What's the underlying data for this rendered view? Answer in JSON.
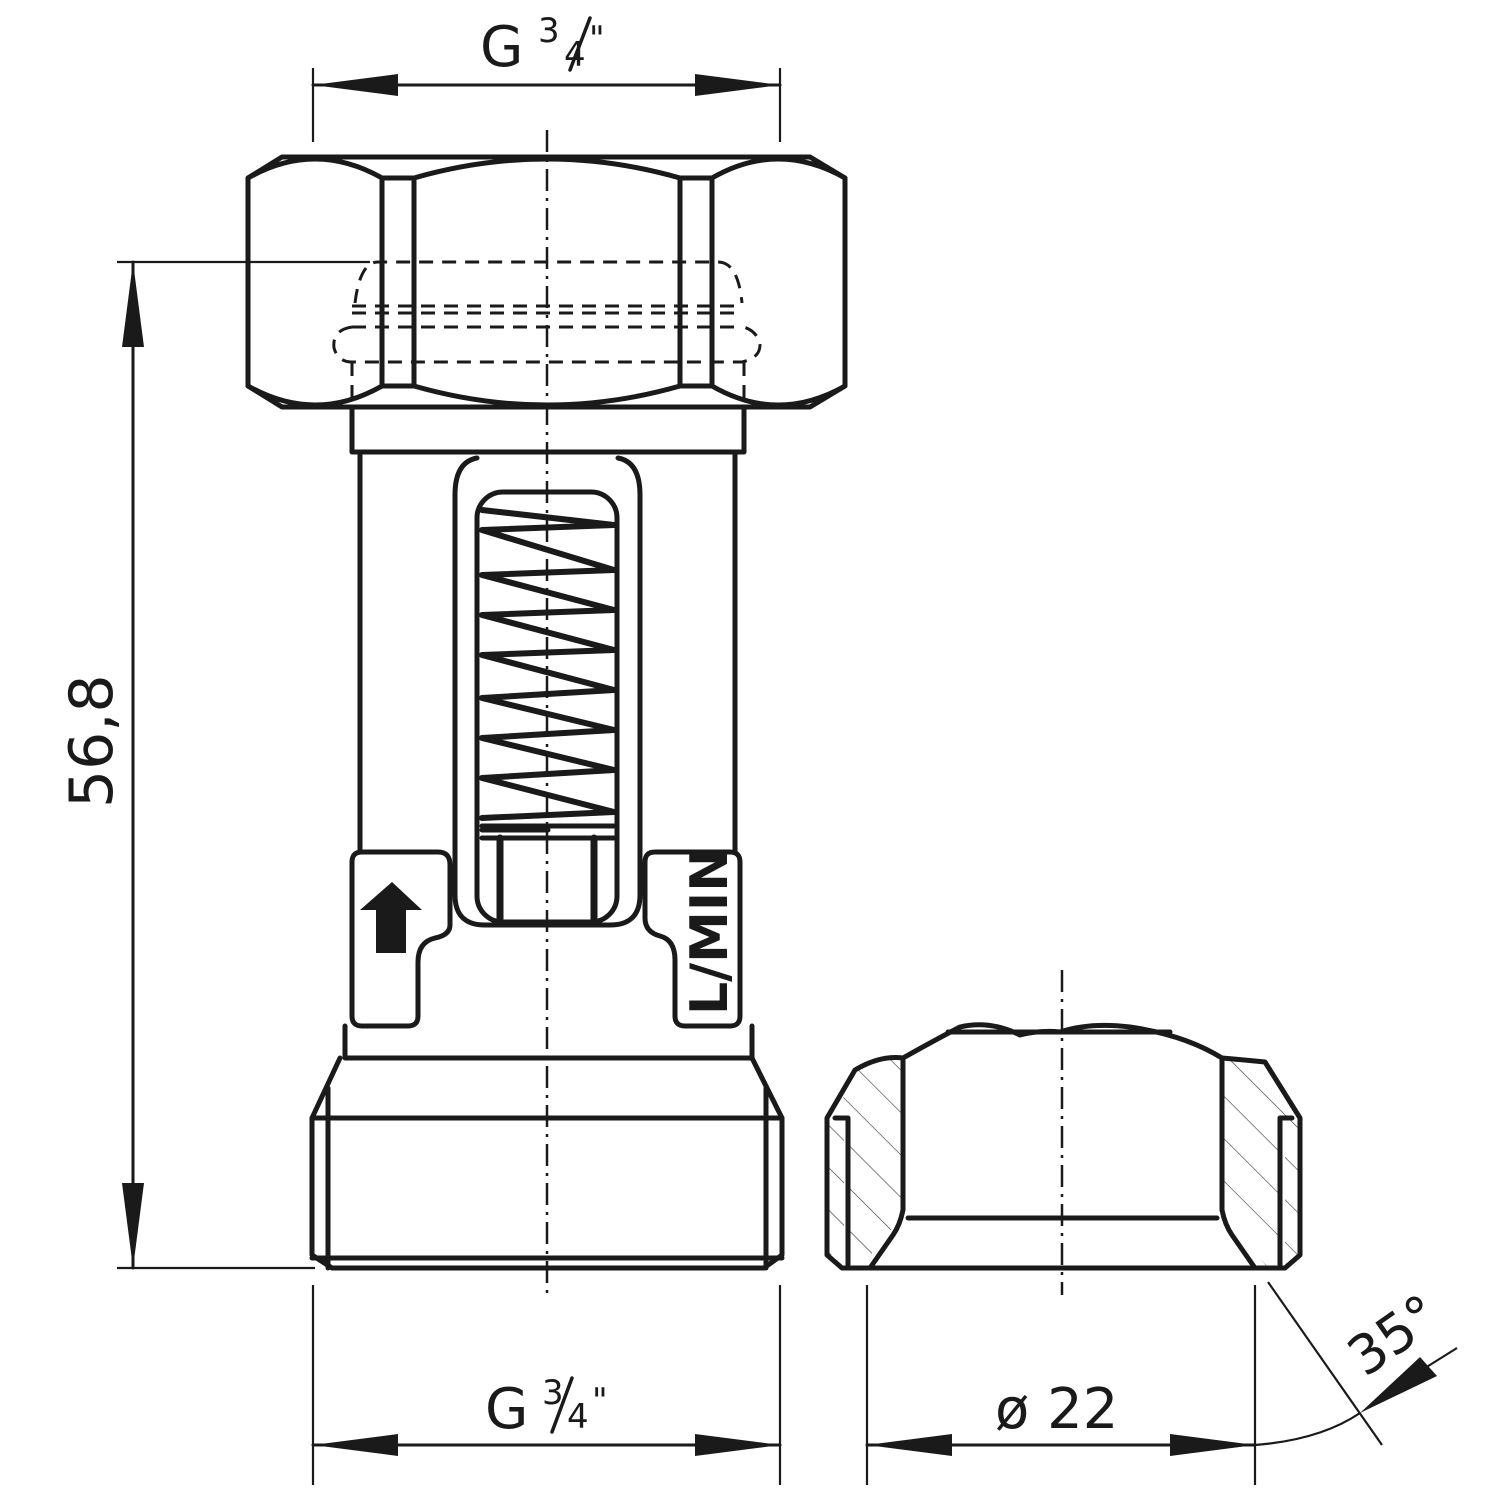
{
  "drawing": {
    "title": "Flow meter valve technical drawing",
    "dimensions": {
      "top_thread": {
        "prefix": "G",
        "numerator": "3",
        "denominator": "4",
        "suffix": "\""
      },
      "bottom_thread": {
        "prefix": "G",
        "numerator": "3",
        "denominator": "4",
        "suffix": "\""
      },
      "height": "56,8",
      "pipe_diameter": "ø 22",
      "angle": "35°"
    },
    "markings": {
      "flow_unit": "L/MIN",
      "flow_direction": "arrow-up"
    },
    "colors": {
      "line": "#1a1a1a",
      "background": "#ffffff"
    }
  }
}
